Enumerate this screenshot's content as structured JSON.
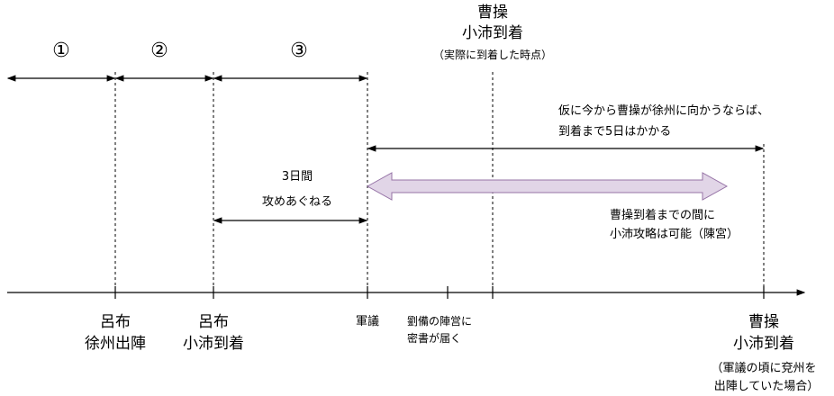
{
  "segments": [
    "①",
    "②",
    "③"
  ],
  "top_event": {
    "line1": "曹操",
    "line2": "小沛到着",
    "note": "（実際に到着した時点）"
  },
  "hypothesis": {
    "line1": "仮に今から曹操が徐州に向かうならば、",
    "line2": "到着まで5日はかかる"
  },
  "siege": {
    "line1": "3日間",
    "line2": "攻めあぐねる"
  },
  "window": {
    "line1": "曹操到着までの間に",
    "line2": "小沛攻略は可能（陳宮）",
    "fill": "#e1d5e7",
    "stroke": "#9673a6"
  },
  "timeline": [
    {
      "line1": "呂布",
      "line2": "徐州出陣"
    },
    {
      "line1": "呂布",
      "line2": "小沛到着"
    },
    {
      "line1": "軍議"
    },
    {
      "line1": "劉備の陣営に",
      "line2": "密書が届く"
    },
    {
      "line1": "曹操",
      "line2": "小沛到着",
      "note1": "（軍議の頃に兗州を",
      "note2": "出陣していた場合）"
    }
  ]
}
